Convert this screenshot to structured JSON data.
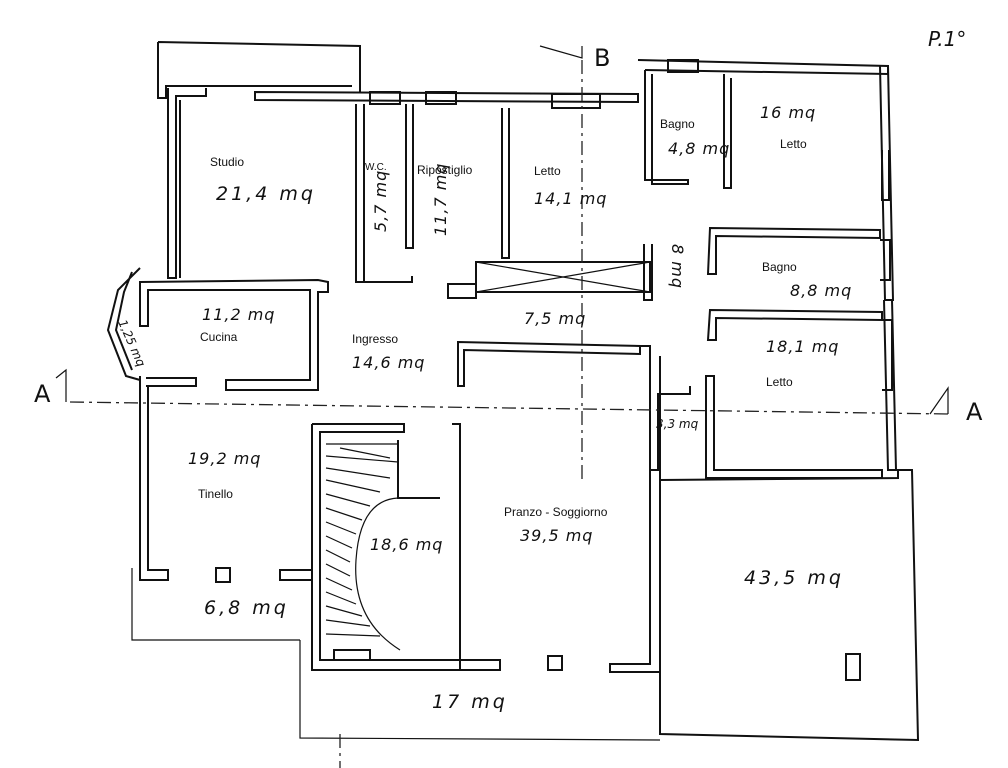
{
  "floor_label": "P.1°",
  "sections": {
    "a": "A",
    "b": "B"
  },
  "rooms": {
    "studio": {
      "label": "Studio",
      "area": "21,4 mq"
    },
    "wc": {
      "label": "W.C.",
      "area": "5,7 mq"
    },
    "ripostiglio": {
      "label": "Ripostiglio",
      "area": "11,7 mq"
    },
    "letto_1": {
      "label": "Letto",
      "area": "14,1 mq"
    },
    "bagno_1": {
      "label": "Bagno",
      "area": "4,8 mq"
    },
    "letto_2": {
      "label": "Letto",
      "area": "16 mq"
    },
    "disimpegno": {
      "area": "8 mq"
    },
    "bagno_2": {
      "label": "Bagno",
      "area": "8,8 mq"
    },
    "cucina": {
      "label": "Cucina",
      "area": "11,2 mq"
    },
    "nicchia": {
      "area": "1,25 mq"
    },
    "ingresso": {
      "label": "Ingresso",
      "area": "14,6 mq"
    },
    "corridoio": {
      "area": "7,5 mq"
    },
    "letto_3": {
      "label": "Letto",
      "area": "18,1 mq"
    },
    "ripost_small": {
      "area": "3,3 mq"
    },
    "tinello": {
      "label": "Tinello",
      "area": "19,2 mq"
    },
    "balcone_1": {
      "area": "6,8 mq"
    },
    "scala": {
      "area": "18,6 mq"
    },
    "pranzo": {
      "label": "Pranzo - Soggiorno",
      "area": "39,5 mq"
    },
    "terrazzo": {
      "area": "43,5 mq"
    },
    "balcone_2": {
      "area": "17 mq"
    }
  }
}
